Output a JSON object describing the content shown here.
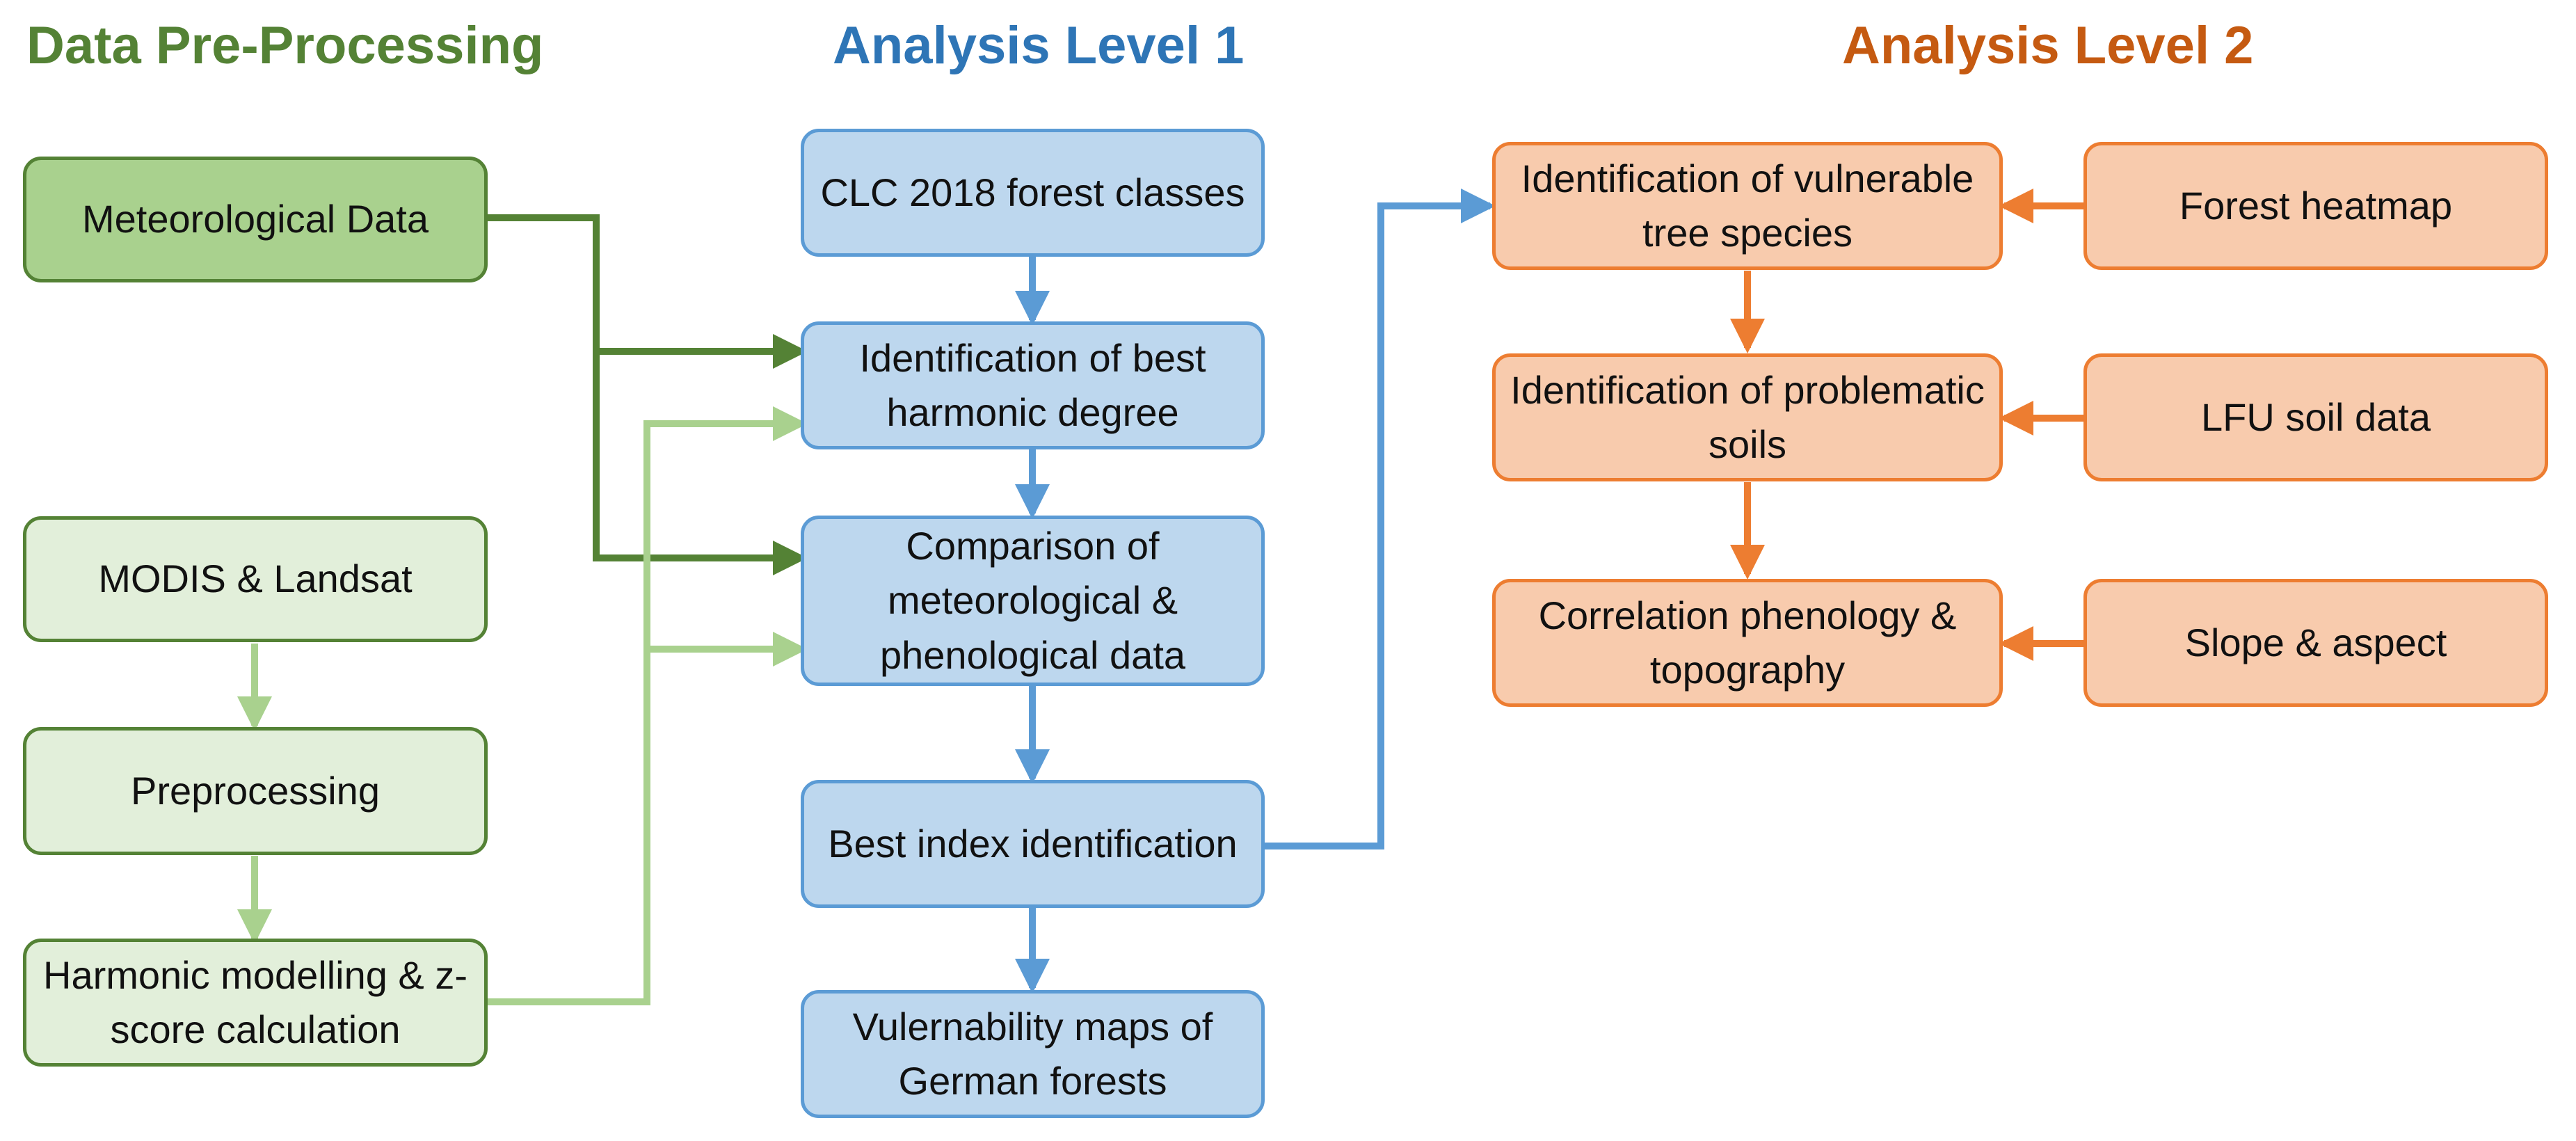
{
  "columns": {
    "pre_processing": "Data Pre-Processing",
    "level1": "Analysis Level 1",
    "level2": "Analysis Level 2"
  },
  "pre_processing_boxes": {
    "meteorological": "Meteorological Data",
    "modis": "MODIS & Landsat",
    "preprocessing": "Preprocessing",
    "harmonic": "Harmonic modelling & z-score calculation"
  },
  "level1_boxes": {
    "clc": "CLC 2018 forest classes",
    "harmonic_degree": "Identification of best harmonic degree",
    "comparison": "Comparison of meteorological & phenological data",
    "best_index": "Best index identification",
    "vuln_maps": "Vulernability maps of German forests"
  },
  "level2_boxes": {
    "tree_species": "Identification of vulnerable tree species",
    "soils": "Identification of problematic soils",
    "correlation": "Correlation phenology & topography",
    "heatmap": "Forest heatmap",
    "lfu": "LFU soil data",
    "slope": "Slope & aspect"
  },
  "colors": {
    "green_dark": "#548235",
    "green_light": "#A9D18E",
    "blue": "#5B9BD5",
    "orange": "#ED7D31"
  }
}
